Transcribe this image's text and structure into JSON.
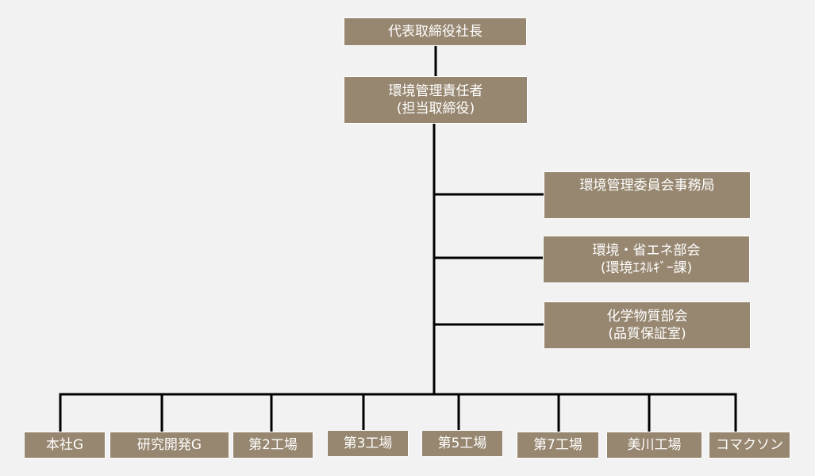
{
  "theme": {
    "background": "#f2f2f2",
    "box_fill": "#978770",
    "box_text": "#ffffff",
    "line": "#000000"
  },
  "org": {
    "ceo": {
      "line1": "代表取締役社長"
    },
    "env_manager": {
      "line1": "環境管理責任者",
      "line2": "(担当取締役)"
    },
    "staff": [
      {
        "line1": "環境管理委員会事務局",
        "line2": ""
      },
      {
        "line1": "環境・省エネ部会",
        "line2": "(環境ｴﾈﾙｷﾞｰ課)"
      },
      {
        "line1": "化学物質部会",
        "line2": "(品質保証室)"
      }
    ],
    "units": [
      {
        "label": "本社G"
      },
      {
        "label": "研究開発G"
      },
      {
        "label": "第2工場"
      },
      {
        "label": "第3工場"
      },
      {
        "label": "第5工場"
      },
      {
        "label": "第7工場"
      },
      {
        "label": "美川工場"
      },
      {
        "label": "コマクソン"
      }
    ]
  }
}
